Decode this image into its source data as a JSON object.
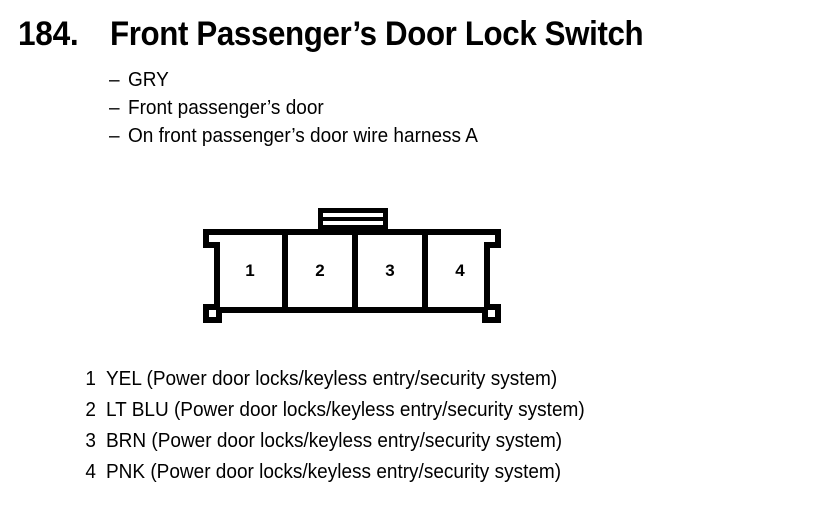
{
  "header": {
    "number": "184.",
    "title": "Front Passenger’s Door Lock Switch",
    "bullet_marker": "–",
    "bullets": [
      {
        "text": "GRY"
      },
      {
        "text": "Front passenger’s door"
      },
      {
        "text": "On front passenger’s door wire harness A"
      }
    ]
  },
  "connector": {
    "name": "4-cavity-connector",
    "cavity_count": 4,
    "cavities": [
      {
        "number": "1"
      },
      {
        "number": "2"
      },
      {
        "number": "3"
      },
      {
        "number": "4"
      }
    ],
    "locking_tab": {
      "name": "locking-tab",
      "slot_count": 2
    },
    "stroke_color": "#000000",
    "fill_color": "#ffffff"
  },
  "legend": {
    "rows": [
      {
        "pin": "1",
        "description": "YEL (Power door locks/keyless entry/security system)"
      },
      {
        "pin": "2",
        "description": "LT BLU (Power door locks/keyless entry/security system)"
      },
      {
        "pin": "3",
        "description": "BRN (Power door locks/keyless entry/security system)"
      },
      {
        "pin": "4",
        "description": "PNK (Power door locks/keyless entry/security system)"
      }
    ]
  }
}
